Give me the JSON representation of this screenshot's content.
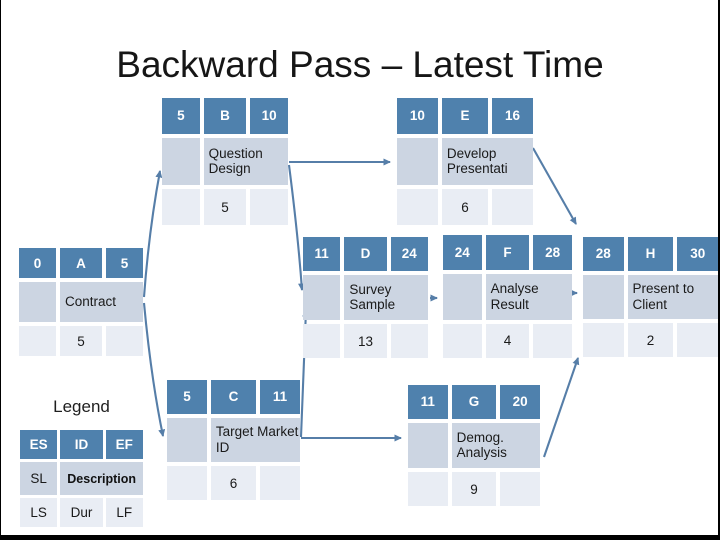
{
  "title": "Backward Pass – Latest Time",
  "colors": {
    "header_blue": "#4f81ad",
    "description_row_bg": "#ccd5e2",
    "calc_row_bg": "#e9edf4",
    "arrow": "#567ea8"
  },
  "legend": {
    "title": "Legend",
    "es": "ES",
    "id": "ID",
    "ef": "EF",
    "sl": "SL",
    "description": "Description",
    "ls": "LS",
    "dur": "Dur",
    "lf": "LF"
  },
  "nodes": [
    {
      "id": "B",
      "es": "5",
      "ef": "10",
      "desc": "Question Design",
      "dur": "5"
    },
    {
      "id": "E",
      "es": "10",
      "ef": "16",
      "desc": "Develop Presentati",
      "dur": "6"
    },
    {
      "id": "A",
      "es": "0",
      "ef": "5",
      "desc": "Contract",
      "dur": "5"
    },
    {
      "id": "D",
      "es": "11",
      "ef": "24",
      "desc": "Survey Sample",
      "dur": "13"
    },
    {
      "id": "F",
      "es": "24",
      "ef": "28",
      "desc": "Analyse Result",
      "dur": "4"
    },
    {
      "id": "H",
      "es": "28",
      "ef": "30",
      "desc": "Present to Client",
      "dur": "2"
    },
    {
      "id": "C",
      "es": "5",
      "ef": "11",
      "desc": "Target Market ID",
      "dur": "6"
    },
    {
      "id": "G",
      "es": "11",
      "ef": "20",
      "desc": "Demog. Analysis",
      "dur": "9"
    }
  ],
  "edges": [
    {
      "from": "A",
      "to": "B"
    },
    {
      "from": "A",
      "to": "C"
    },
    {
      "from": "B",
      "to": "E"
    },
    {
      "from": "B",
      "to": "D"
    },
    {
      "from": "C",
      "to": "D"
    },
    {
      "from": "C",
      "to": "G"
    },
    {
      "from": "D",
      "to": "F"
    },
    {
      "from": "E",
      "to": "H"
    },
    {
      "from": "F",
      "to": "H"
    },
    {
      "from": "G",
      "to": "H"
    }
  ]
}
